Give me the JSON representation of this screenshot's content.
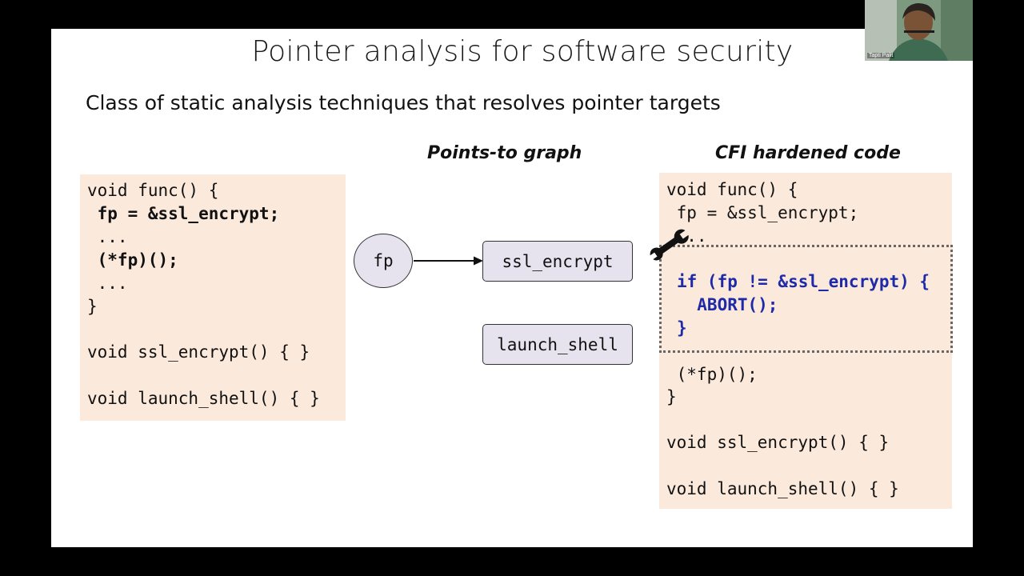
{
  "slide": {
    "title": "Pointer analysis for software security",
    "subtitle": "Class of static analysis techniques that resolves pointer targets",
    "labels": {
      "points_to_graph": "Points-to graph",
      "cfi_hardened_code": "CFI hardened code"
    },
    "left_code": [
      "void func() {",
      " fp = &ssl_encrypt;",
      " ...",
      " (*fp)();",
      " ...",
      "}",
      "void ssl_encrypt() { }",
      "void launch_shell() { }"
    ],
    "graph": {
      "fp_node": "fp",
      "ssl_node": "ssl_encrypt",
      "launch_node": "launch_shell"
    },
    "right_code": {
      "top": [
        "void func() {",
        " fp = &ssl_encrypt;",
        " ..."
      ],
      "check": [
        "if (fp != &ssl_encrypt) {",
        "  ABORT();",
        "}"
      ],
      "bottom": [
        " (*fp)();",
        "}",
        "void ssl_encrypt() { }",
        "void launch_shell() { }"
      ]
    },
    "icons": {
      "wrench": "wrench-icon"
    }
  },
  "webcam": {
    "name_label": "Tapti Palit"
  }
}
